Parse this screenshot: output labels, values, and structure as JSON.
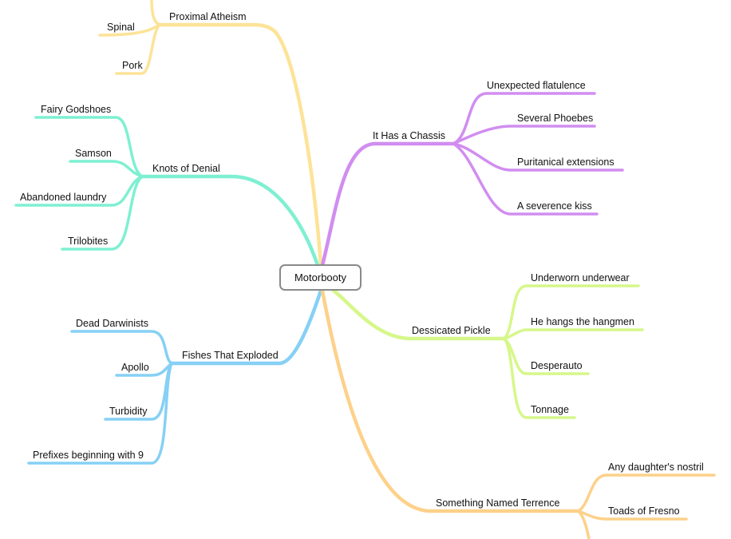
{
  "center": {
    "label": "Motorbooty"
  },
  "colors": {
    "yellow": "#fde398",
    "teal": "#7ef0d2",
    "purple": "#d18df0",
    "lime": "#d6f78a",
    "blue": "#86d0f5",
    "orange": "#fdd18a"
  },
  "branches": [
    {
      "label": "Proximal Atheism",
      "color": "#fde398",
      "children": [
        {
          "label": "Spinal"
        },
        {
          "label": "Pork"
        }
      ]
    },
    {
      "label": "Knots of Denial",
      "color": "#7ef0d2",
      "children": [
        {
          "label": "Fairy Godshoes"
        },
        {
          "label": "Samson"
        },
        {
          "label": "Abandoned laundry"
        },
        {
          "label": "Trilobites"
        }
      ]
    },
    {
      "label": "Fishes That Exploded",
      "color": "#86d0f5",
      "children": [
        {
          "label": "Dead Darwinists"
        },
        {
          "label": "Apollo"
        },
        {
          "label": "Turbidity"
        },
        {
          "label": "Prefixes beginning with 9"
        }
      ]
    },
    {
      "label": "It Has a Chassis",
      "color": "#d18df0",
      "children": [
        {
          "label": "Unexpected flatulence"
        },
        {
          "label": "Several Phoebes"
        },
        {
          "label": "Puritanical extensions"
        },
        {
          "label": "A severence kiss"
        }
      ]
    },
    {
      "label": "Dessicated Pickle",
      "color": "#d6f78a",
      "children": [
        {
          "label": "Underworn underwear"
        },
        {
          "label": "He hangs the hangmen"
        },
        {
          "label": "Desperauto"
        },
        {
          "label": "Tonnage"
        }
      ]
    },
    {
      "label": "Something Named Terrence",
      "color": "#fdd18a",
      "children": [
        {
          "label": "Any daughter's nostril"
        },
        {
          "label": "Toads of Fresno"
        }
      ]
    }
  ]
}
